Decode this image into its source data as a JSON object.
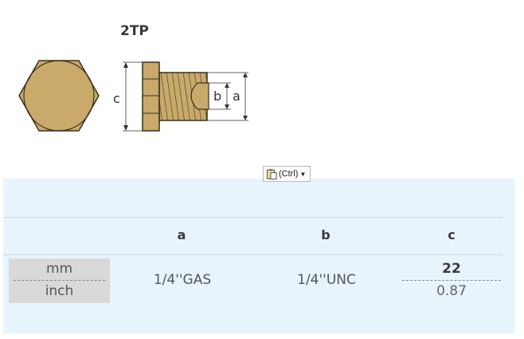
{
  "product": {
    "title": "2TP"
  },
  "drawing_labels": {
    "c": "c",
    "b": "b",
    "a": "a"
  },
  "paste_options": {
    "label": "(Ctrl)",
    "icon": "clipboard-icon"
  },
  "table": {
    "headers": [
      "a",
      "b",
      "c"
    ],
    "units": {
      "mm": "mm",
      "inch": "inch"
    },
    "values": {
      "a": "1/4''GAS",
      "b": "1/4''UNC",
      "c_mm": "22",
      "c_inch": "0.87"
    }
  },
  "colors": {
    "brass": "#c9aa6a",
    "brass_dark": "#3b3020",
    "panel": "#e8f4fc",
    "unit_bg": "#d9d9d9"
  }
}
